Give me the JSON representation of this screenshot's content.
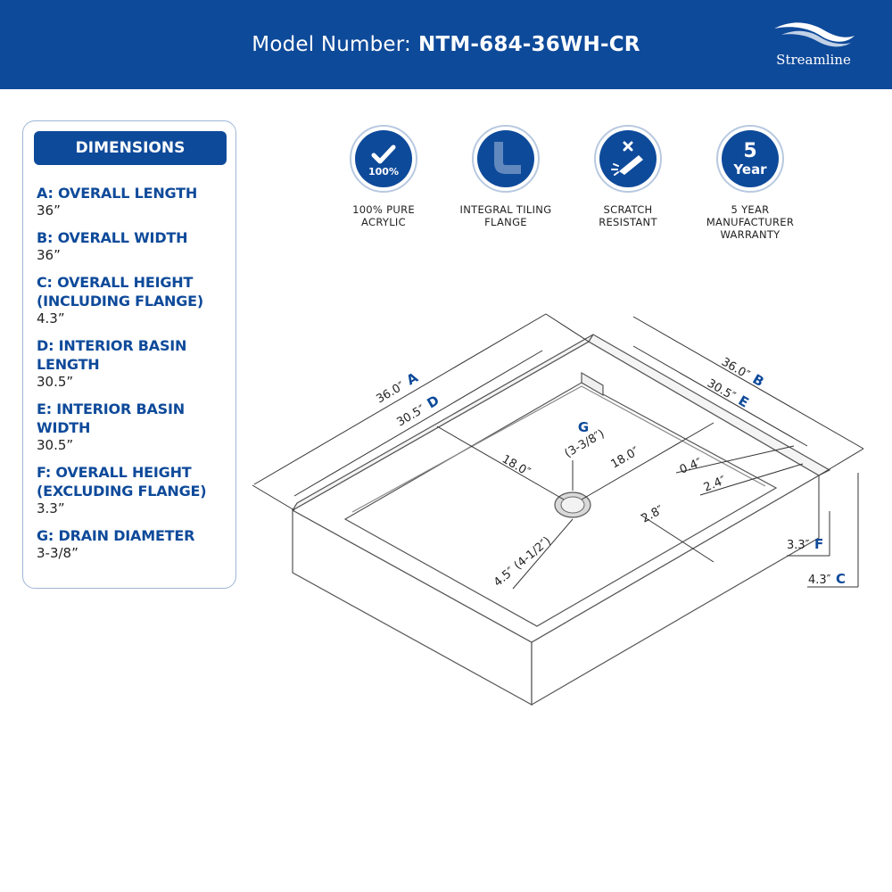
{
  "header": {
    "model_label": "Model Number:",
    "model_number": "NTM-684-36WH-CR",
    "brand": "Streamline"
  },
  "colors": {
    "brand_blue": "#0e4a9a",
    "panel_border": "#9db6d6",
    "text_dark": "#222222"
  },
  "dimensions_panel": {
    "title": "DIMENSIONS",
    "items": [
      {
        "label_1": "A: OVERALL LENGTH",
        "label_2": "",
        "value": "36”"
      },
      {
        "label_1": "B: OVERALL WIDTH",
        "label_2": "",
        "value": "36”"
      },
      {
        "label_1": "C: OVERALL HEIGHT",
        "label_2": "(INCLUDING FLANGE)",
        "value": "4.3”"
      },
      {
        "label_1": "D: INTERIOR BASIN",
        "label_2": "LENGTH",
        "value": "30.5”"
      },
      {
        "label_1": "E: INTERIOR BASIN",
        "label_2": "WIDTH",
        "value": "30.5”"
      },
      {
        "label_1": "F: OVERALL HEIGHT",
        "label_2": "(EXCLUDING FLANGE)",
        "value": "3.3”"
      },
      {
        "label_1": "G: DRAIN DIAMETER",
        "label_2": "",
        "value": "3-3/8”"
      }
    ]
  },
  "features": [
    {
      "icon": "checkmark-badge-icon",
      "badge_text": "100%",
      "label_1": "100% PURE",
      "label_2": "ACRYLIC",
      "label_3": ""
    },
    {
      "icon": "tiling-flange-icon",
      "badge_text": "",
      "label_1": "INTEGRAL TILING",
      "label_2": "FLANGE",
      "label_3": ""
    },
    {
      "icon": "scratch-resistant-icon",
      "badge_text": "",
      "label_1": "SCRATCH",
      "label_2": "RESISTANT",
      "label_3": ""
    },
    {
      "icon": "warranty-badge-icon",
      "badge_text": "5",
      "badge_text_2": "Year",
      "label_1": "5 YEAR",
      "label_2": "MANUFACTURER",
      "label_3": "WARRANTY"
    }
  ],
  "diagram": {
    "dim_A": {
      "value": "36.0″",
      "letter": "A"
    },
    "dim_D": {
      "value": "30.5″",
      "letter": "D"
    },
    "dim_B": {
      "value": "36.0″",
      "letter": "B"
    },
    "dim_E": {
      "value": "30.5″",
      "letter": "E"
    },
    "drain_G": {
      "letter": "G",
      "value": "(3-3/8″)"
    },
    "center_left": "18.0″",
    "center_right": "18.0″",
    "flange_top": "0.4″",
    "flange_width": "2.4″",
    "ledge": "2.8″",
    "drain_offset": "4.5″ (4-1/2″)",
    "dim_F": {
      "value": "3.3″",
      "letter": "F"
    },
    "dim_C": {
      "value": "4.3″",
      "letter": "C"
    }
  }
}
